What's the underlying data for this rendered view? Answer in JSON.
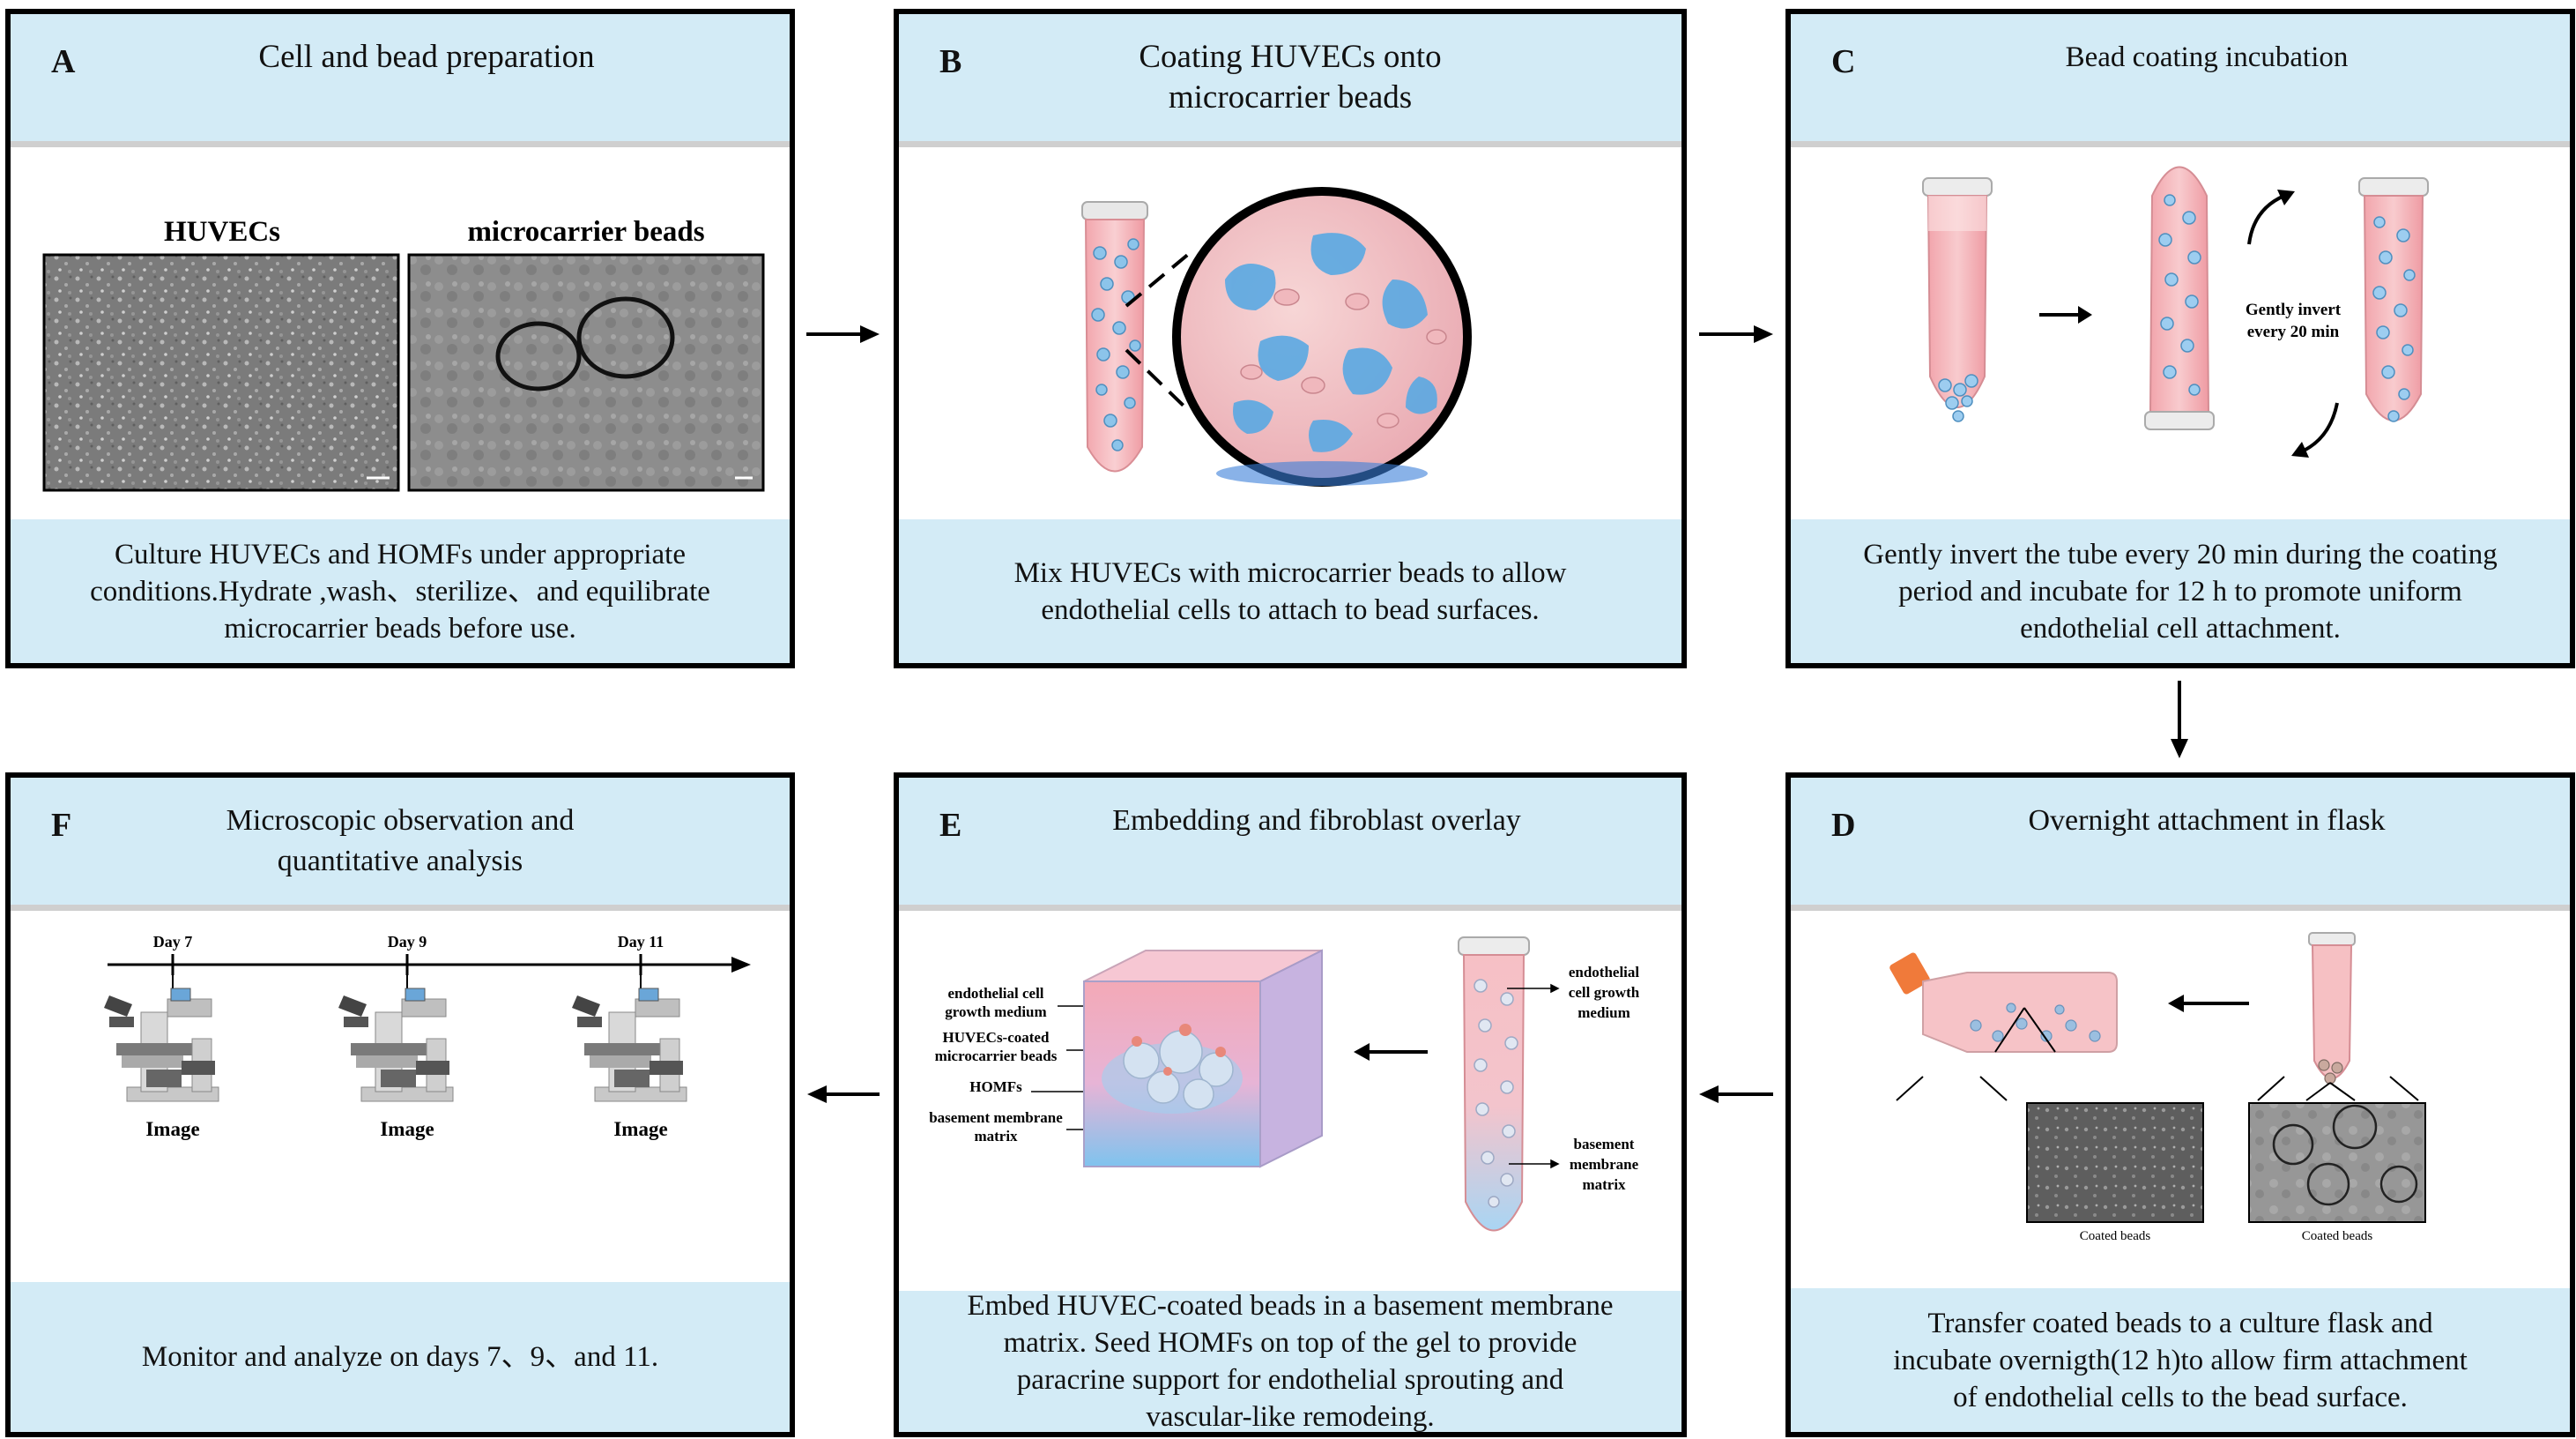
{
  "panels": {
    "A": {
      "letter": "A",
      "title": "Cell and bead preparation",
      "desc": "Culture HUVECs and HOMFs under appropriate conditions.Hydrate ,wash、sterilize、and equilibrate microcarrier beads before use.",
      "img_label_left": "HUVECs",
      "img_label_right": "microcarrier beads"
    },
    "B": {
      "letter": "B",
      "title": "Coating HUVECs onto microcarrier beads",
      "desc": "Mix HUVECs with microcarrier beads to allow endothelial cells to attach to bead surfaces."
    },
    "C": {
      "letter": "C",
      "title": "Bead coating incubation",
      "desc": "Gently invert the tube every 20 min during the coating period and incubate for 12 h to promote uniform endothelial cell attachment.",
      "invert_line1": "Gently invert",
      "invert_line2": "every 20 min"
    },
    "D": {
      "letter": "D",
      "title": "Overnight attachment in flask",
      "desc": "Transfer coated beads to a culture flask and incubate overnigth(12 h)to allow firm attachment of endothelial cells to the bead surface.",
      "caption_left": "Coated beads",
      "caption_right": "Coated beads"
    },
    "E": {
      "letter": "E",
      "title": "Embedding and fibroblast overlay",
      "desc": "Embed HUVEC-coated beads in a basement membrane matrix. Seed HOMFs on top of the gel to provide paracrine support for endothelial sprouting and vascular-like remodeing.",
      "cube_labels": {
        "l1a": "endothelial cell",
        "l1b": "growth medium",
        "l2a": "HUVECs-coated",
        "l2b": "microcarrier beads",
        "l3": "HOMFs",
        "l4a": "basement membrane",
        "l4b": "matrix"
      },
      "tube_labels": {
        "t1a": "endothelial",
        "t1b": "cell growth",
        "t1c": "medium",
        "t2a": "basement",
        "t2b": "membrane",
        "t2c": "matrix"
      }
    },
    "F": {
      "letter": "F",
      "title": "Microscopic observation and quantitative analysis",
      "desc": "Monitor and analyze on days 7、9、and 11.",
      "days": [
        "Day 7",
        "Day 9",
        "Day 11"
      ],
      "image_label": "Image"
    }
  },
  "colors": {
    "header_bg": "#d3ebf6",
    "border": "#000000",
    "medium_pink": "#f3a1a6",
    "bead_blue": "#6fb0dd"
  }
}
